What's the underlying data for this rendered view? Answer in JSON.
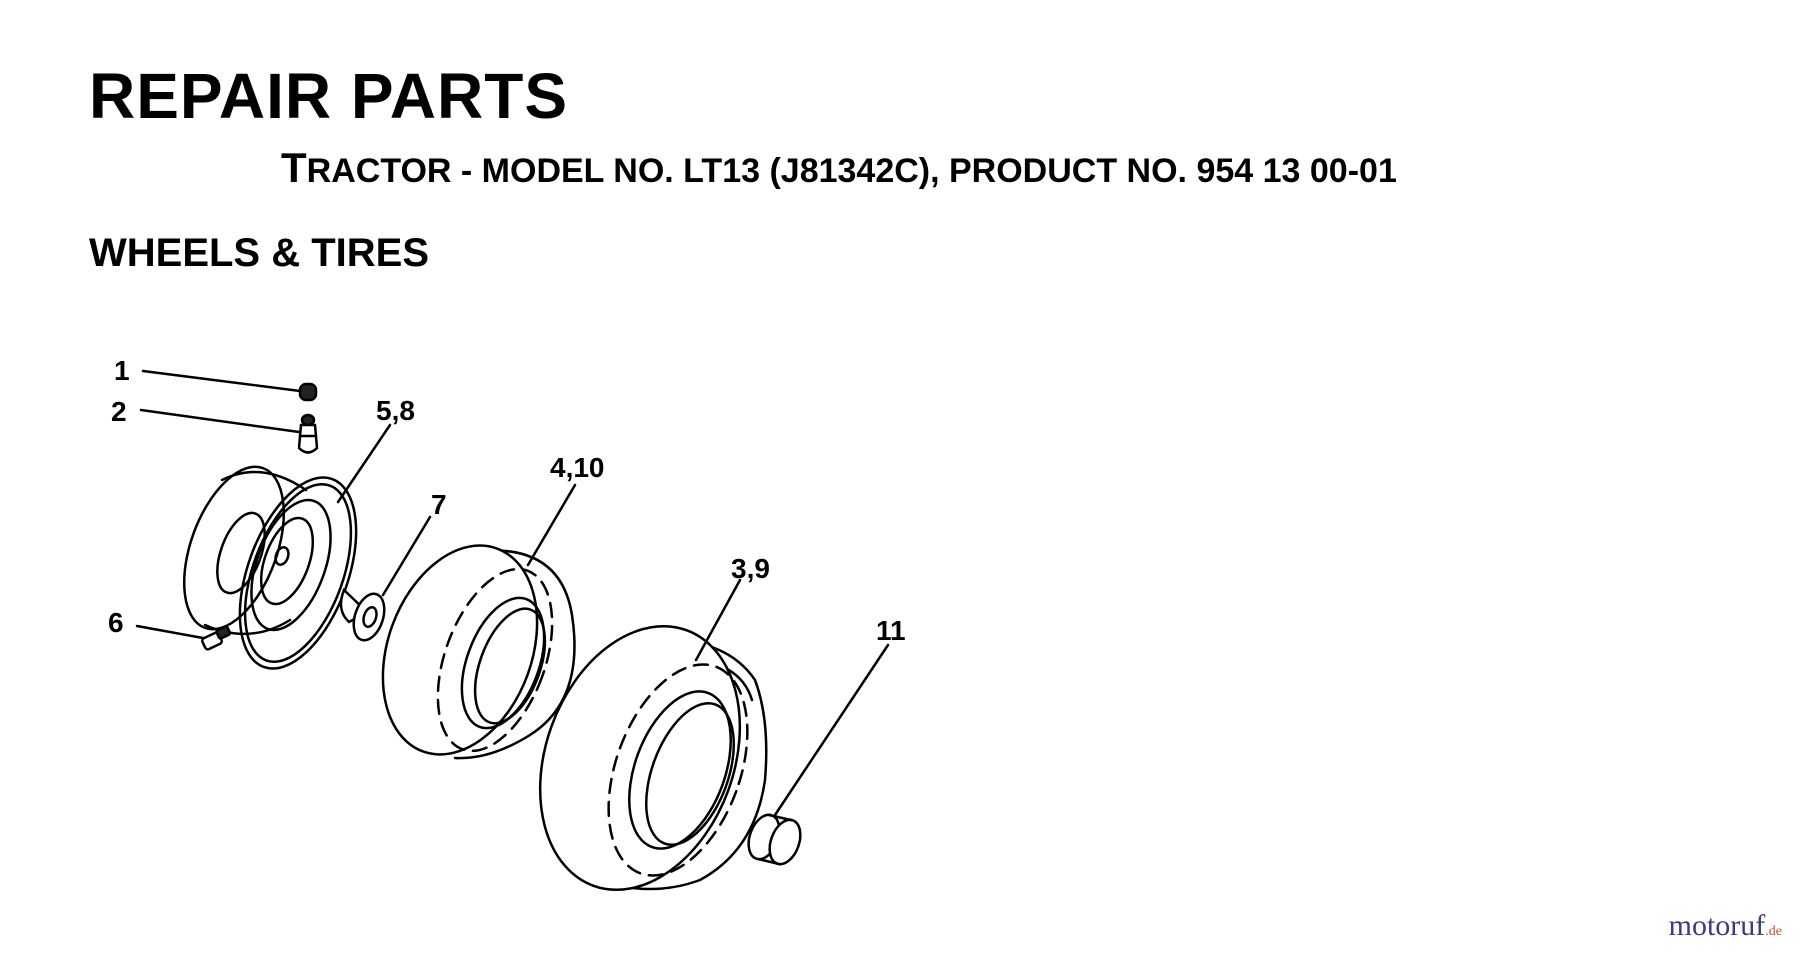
{
  "header": {
    "title": "REPAIR PARTS",
    "model_initial": "T",
    "model_rest": "RACTOR - MODEL NO. LT13 (J81342C), PRODUCT NO. 954 13 00-01",
    "section": "WHEELS & TIRES"
  },
  "callouts": {
    "c1": "1",
    "c2": "2",
    "c58": "5,8",
    "c7": "7",
    "c410": "4,10",
    "c39": "3,9",
    "c6": "6",
    "c11": "11"
  },
  "watermark": {
    "name": "motoruf",
    "tld": ".de",
    "colors": {
      "name": "#3a3a8a",
      "tld": "#d04a2a"
    }
  }
}
